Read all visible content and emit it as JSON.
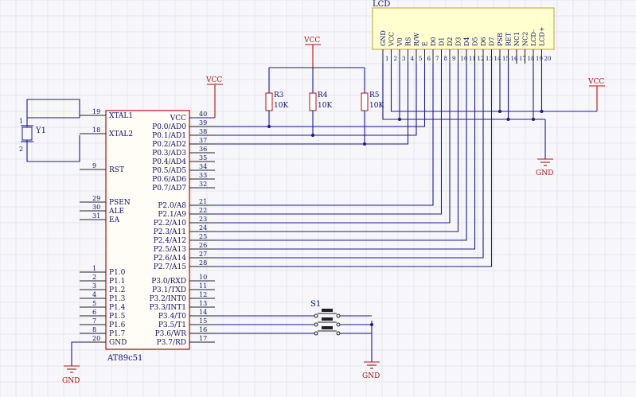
{
  "mcu": {
    "part": "AT89c51",
    "left_pins": [
      {
        "num": "19",
        "label": "XTAL1"
      },
      {
        "num": "18",
        "label": "XTAL2"
      },
      {
        "num": "9",
        "label": "RST"
      },
      {
        "num": "29",
        "label": "PSEN"
      },
      {
        "num": "30",
        "label": "ALE"
      },
      {
        "num": "31",
        "label": "EA"
      },
      {
        "num": "1",
        "label": "P1.0"
      },
      {
        "num": "2",
        "label": "P1.1"
      },
      {
        "num": "3",
        "label": "P1.2"
      },
      {
        "num": "4",
        "label": "P1.3"
      },
      {
        "num": "5",
        "label": "P1.4"
      },
      {
        "num": "6",
        "label": "P1.5"
      },
      {
        "num": "7",
        "label": "P1.6"
      },
      {
        "num": "8",
        "label": "P1.7"
      },
      {
        "num": "20",
        "label": "GND"
      }
    ],
    "right_pins": [
      {
        "num": "40",
        "label": "VCC"
      },
      {
        "num": "39",
        "label": "P0.0/AD0"
      },
      {
        "num": "38",
        "label": "P0.1/AD1"
      },
      {
        "num": "37",
        "label": "P0.2/AD2"
      },
      {
        "num": "36",
        "label": "P0.3/AD3"
      },
      {
        "num": "35",
        "label": "P0.4/AD4"
      },
      {
        "num": "34",
        "label": "P0.5/AD5"
      },
      {
        "num": "33",
        "label": "P0.6/AD6"
      },
      {
        "num": "32",
        "label": "P0.7/AD7"
      },
      {
        "num": "21",
        "label": "P2.0/A8"
      },
      {
        "num": "22",
        "label": "P2.1/A9"
      },
      {
        "num": "23",
        "label": "P2.2/A10"
      },
      {
        "num": "24",
        "label": "P2.3/A11"
      },
      {
        "num": "25",
        "label": "P2.4/A12"
      },
      {
        "num": "26",
        "label": "P2.5/A13"
      },
      {
        "num": "27",
        "label": "P2.6/A14"
      },
      {
        "num": "28",
        "label": "P2.7/A15"
      },
      {
        "num": "10",
        "label": "P3.0/RXD"
      },
      {
        "num": "11",
        "label": "P3.1/TXD"
      },
      {
        "num": "12",
        "label": "P3.2/INT0"
      },
      {
        "num": "13",
        "label": "P3.3/INT1"
      },
      {
        "num": "14",
        "label": "P3.4/T0"
      },
      {
        "num": "15",
        "label": "P3.5/T1"
      },
      {
        "num": "16",
        "label": "P3.6/WR"
      },
      {
        "num": "17",
        "label": "P3.7/RD"
      }
    ]
  },
  "lcd": {
    "label": "LCD",
    "pins": [
      {
        "num": "1",
        "label": "GND"
      },
      {
        "num": "2",
        "label": "VCC"
      },
      {
        "num": "3",
        "label": "V0"
      },
      {
        "num": "4",
        "label": "RS"
      },
      {
        "num": "5",
        "label": "R/W"
      },
      {
        "num": "6",
        "label": "E"
      },
      {
        "num": "7",
        "label": "D0"
      },
      {
        "num": "8",
        "label": "D1"
      },
      {
        "num": "9",
        "label": "D2"
      },
      {
        "num": "10",
        "label": "D3"
      },
      {
        "num": "11",
        "label": "D4"
      },
      {
        "num": "12",
        "label": "D5"
      },
      {
        "num": "13",
        "label": "D6"
      },
      {
        "num": "14",
        "label": "D7"
      },
      {
        "num": "15",
        "label": "PSB"
      },
      {
        "num": "16",
        "label": "RET"
      },
      {
        "num": "17",
        "label": "NC1"
      },
      {
        "num": "18",
        "label": "NC2"
      },
      {
        "num": "19",
        "label": "LCD-"
      },
      {
        "num": "20",
        "label": "LCD+"
      }
    ]
  },
  "resistors": [
    {
      "ref": "R3",
      "value": "10K"
    },
    {
      "ref": "R4",
      "value": "10K"
    },
    {
      "ref": "R5",
      "value": "10K"
    }
  ],
  "crystal": {
    "ref": "Y1",
    "pin1": "1",
    "pin2": "2"
  },
  "switch": {
    "ref": "S1"
  },
  "power": {
    "vcc": "VCC",
    "gnd": "GND"
  }
}
